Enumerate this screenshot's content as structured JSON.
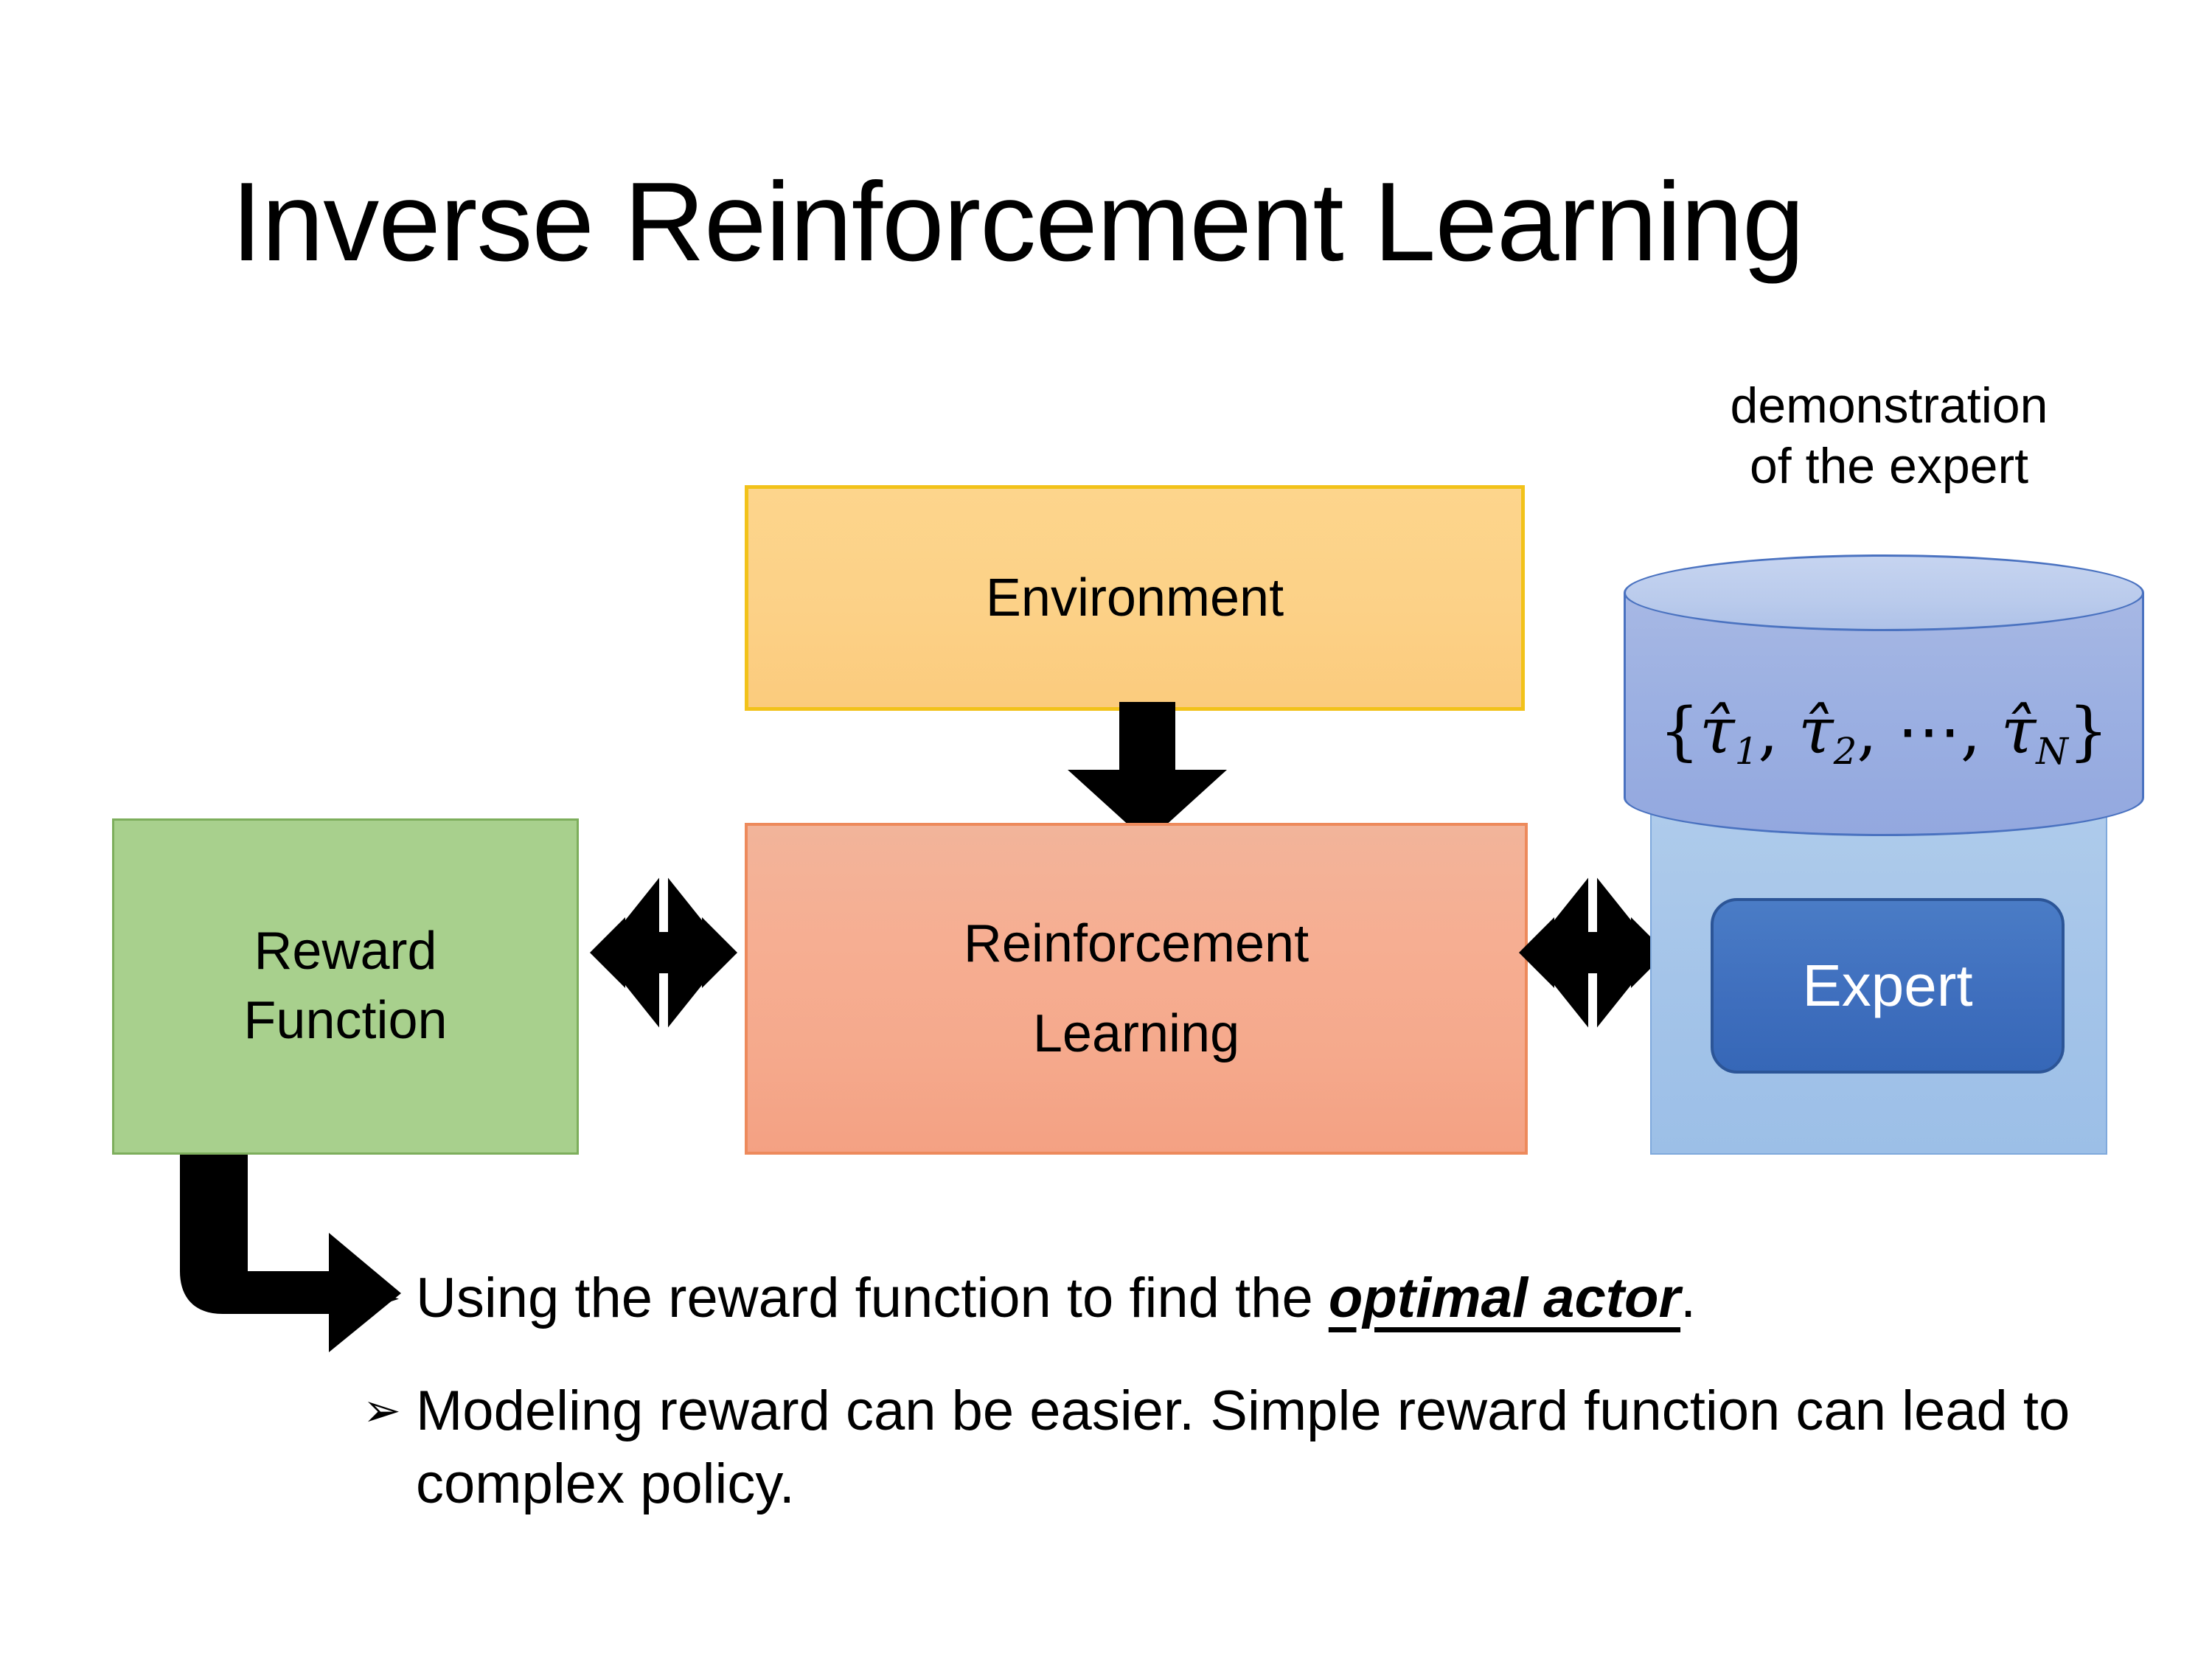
{
  "slide": {
    "title": "Inverse Reinforcement Learning",
    "background_color": "#FFFFFF"
  },
  "diagram": {
    "environment": {
      "label": "Environment",
      "fill_color": "#FCD187",
      "border_color": "#F2C21A"
    },
    "reward_function": {
      "label_line1": "Reward",
      "label_line2": "Function",
      "fill_color": "#A8D08D",
      "border_color": "#7DAE5C"
    },
    "reinforcement_learning": {
      "label_line1": "Reinforcement",
      "label_line2": "Learning",
      "fill_color": "#F5A98C",
      "border_color": "#ED8A5C"
    },
    "demonstration": {
      "caption_line1": "demonstration",
      "caption_line2": "of the expert",
      "formula_open": "{",
      "formula_tau1": "τ̂",
      "formula_sub1": "1",
      "formula_comma1": ", ",
      "formula_tau2": "τ̂",
      "formula_sub2": "2",
      "formula_comma2": ", ⋯, ",
      "formula_tauN": "τ̂",
      "formula_subN": "N",
      "formula_close": "}",
      "formula_plain": "{τ̂₁, τ̂₂, ⋯, τ̂ₙ}",
      "cylinder_fill_color": "#9CB0E2",
      "cylinder_top_color": "#BACBEC",
      "cylinder_border_color": "#4A72C0"
    },
    "expert": {
      "label": "Expert",
      "fill_color": "#3F6FBE",
      "border_color": "#2C5597",
      "text_color": "#FFFFFF",
      "panel_fill_color": "#A4C4E9",
      "panel_border_color": "#7FA9DC"
    },
    "arrows": {
      "environment_to_rl": "down-arrow",
      "reward_to_rl": "four-way-arrow",
      "rl_to_expert": "four-way-arrow",
      "reward_to_bullet": "elbow-arrow-down-right",
      "color": "#000000"
    }
  },
  "bullets": [
    {
      "marker": "➢",
      "text_before": "Using the reward function to find the ",
      "emphasis": "optimal actor",
      "text_after": "."
    },
    {
      "marker": "➢",
      "text_before": "Modeling reward can be easier. Simple reward function can lead to complex policy.",
      "emphasis": "",
      "text_after": ""
    }
  ]
}
